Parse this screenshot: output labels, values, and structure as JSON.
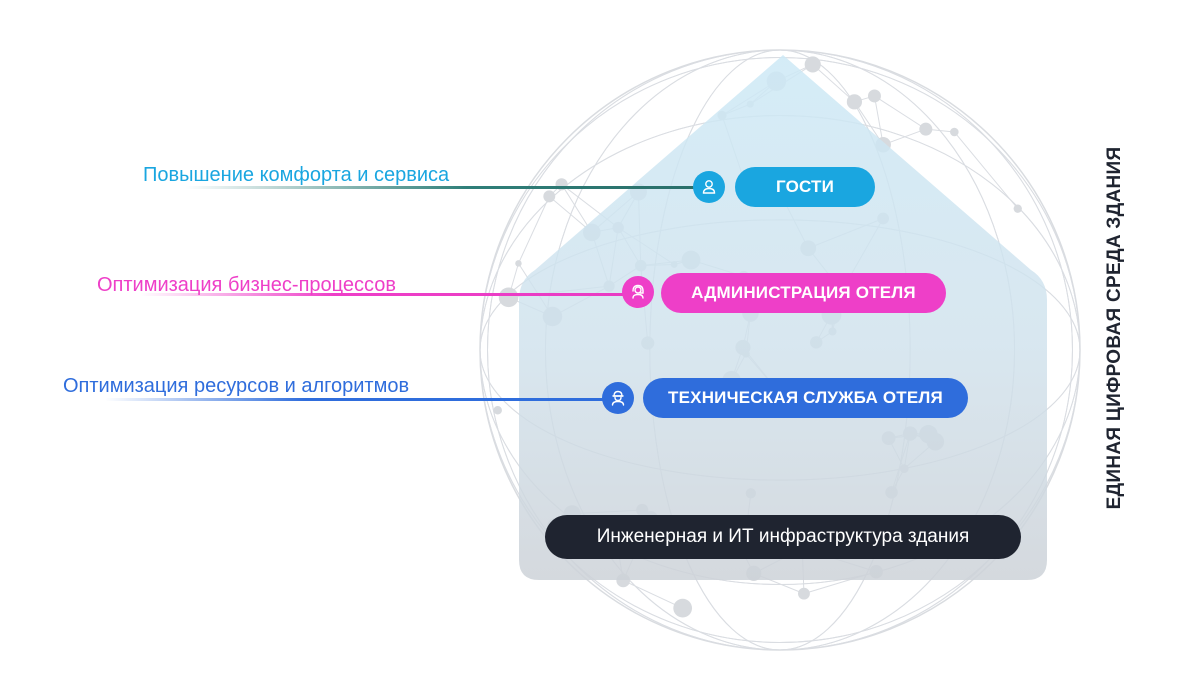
{
  "rows": [
    {
      "goal": "Повышение комфорта и сервиса",
      "role": "ГОСТИ",
      "icon": "guest-person-icon",
      "color": "#1aa6e0",
      "line_end_color": "#2f7f79"
    },
    {
      "goal": "Оптимизация бизнес-процессов",
      "role": "АДМИНИСТРАЦИЯ ОТЕЛЯ",
      "icon": "headset-operator-icon",
      "color": "#ee3fc8",
      "line_end_color": "#ee3fc8"
    },
    {
      "goal": "Оптимизация ресурсов и алгоритмов",
      "role": "ТЕХНИЧЕСКАЯ СЛУЖБА ОТЕЛЯ",
      "icon": "technician-helmet-icon",
      "color": "#2f6ddc",
      "line_end_color": "#2f6ddc"
    }
  ],
  "pill_colors": {
    "guests": "#1aa6e0",
    "admin": "#ee3fc8",
    "tech": "#2f6ddc"
  },
  "infrastructure_label": "Инженерная и ИТ инфраструктура здания",
  "side_title": "ЕДИНАЯ ЦИФРОВАЯ СРЕДА ЗДАНИЯ",
  "background_icon": "network-globe"
}
